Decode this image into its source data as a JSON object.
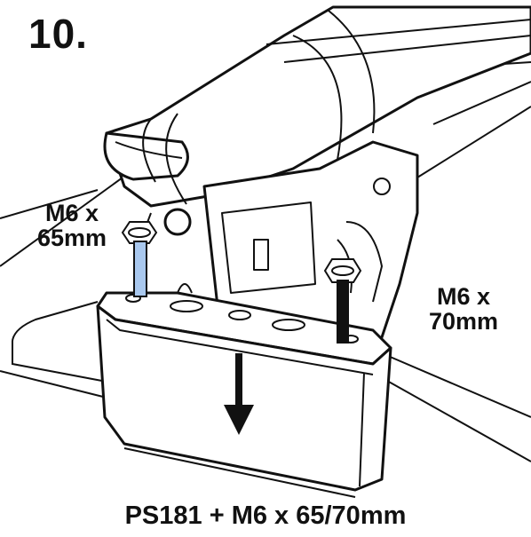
{
  "step": {
    "number": "10."
  },
  "labels": {
    "left_bolt": {
      "line1": "M6 x",
      "line2": "65mm"
    },
    "right_bolt": {
      "line1": "M6 x",
      "line2": "70mm"
    }
  },
  "caption": "PS181 + M6 x 65/70mm",
  "colors": {
    "line": "#111111",
    "background": "#ffffff",
    "bolt_left_fill": "#a9c8ee",
    "bolt_right_fill": "#111111"
  },
  "icons": [
    "down-arrow-icon",
    "bolt-icon"
  ]
}
